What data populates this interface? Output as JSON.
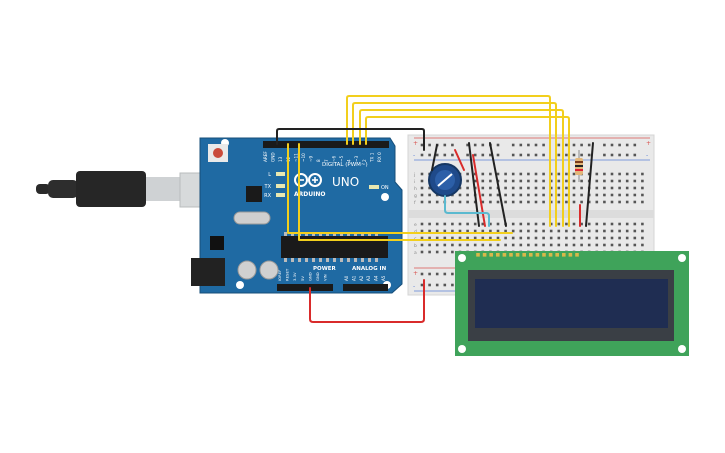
{
  "board": {
    "brand": "ARDUINO",
    "model": "UNO",
    "digital_label": "DIGITAL (PWM~)",
    "power_label": "POWER",
    "analog_label": "ANALOG IN",
    "led_on": "ON",
    "led_l": "L",
    "led_tx": "TX",
    "led_rx": "RX",
    "digital_pins": [
      "AREF",
      "GND",
      "13",
      "12",
      "~11",
      "~10",
      "~9",
      "8",
      "7",
      "~6",
      "~5",
      "4",
      "~3",
      "2",
      "TX 1",
      "RX 0"
    ],
    "power_pins": [
      "IOREF",
      "RESET",
      "3.3V",
      "5V",
      "GND",
      "GND",
      "VIN"
    ],
    "analog_pins": [
      "A0",
      "A1",
      "A2",
      "A3",
      "A4",
      "A5"
    ]
  },
  "breadboard": {
    "row_letters_top": [
      "j",
      "i",
      "h",
      "g",
      "f"
    ],
    "row_letters_bottom": [
      "e",
      "d",
      "c",
      "b",
      "a"
    ],
    "plus": "+",
    "minus": "-"
  },
  "colors": {
    "board": "#1f6aa3",
    "board_dark": "#17557f",
    "lcd_pcb": "#3fa35a",
    "lcd_screen": "#1f2d52",
    "wire_yellow": "#f2cf1d",
    "wire_red": "#d92b2b",
    "wire_black": "#222222",
    "wire_cyan": "#5ab9cf"
  }
}
